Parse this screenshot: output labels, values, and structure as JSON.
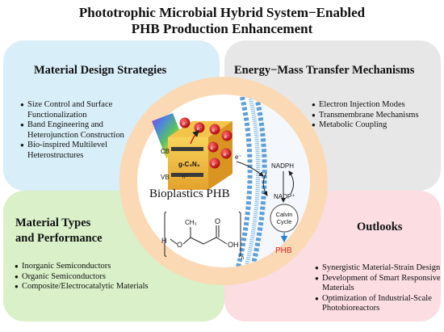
{
  "title": {
    "line1": "Phototrophic Microbial Hybrid System−Enabled",
    "line2": "PHB Production Enhancement"
  },
  "quadrants": {
    "top_left": {
      "heading": "Material Design Strategies",
      "bullets": [
        "Size Control and Surface Functionalization",
        "Band Engineering and Heterojunction Construction",
        "Bio-inspired Multilevel Heterostructures"
      ]
    },
    "top_right": {
      "heading": "Energy−Mass Transfer Mechanisms",
      "bullets": [
        "Electron Injection Modes",
        "Transmembrane Mechanisms",
        "Metabolic Coupling"
      ]
    },
    "bottom_left": {
      "heading_line1": "Material Types",
      "heading_line2": "and Performance",
      "bullets": [
        "Inorganic Semiconductors",
        "Organic Semiconductors",
        "Composite/Electrocatalytic Materials"
      ]
    },
    "bottom_right": {
      "heading": "Outlooks",
      "bullets": [
        "Synergistic Material-Strain Design",
        "Development of Smart Responsive Materials",
        "Optimization of Industrial-Scale Photobioreactors"
      ]
    }
  },
  "center": {
    "bioplastics_label": "Bioplastics PHB",
    "cb_label": "CB",
    "vb_label": "VB",
    "material_label": "g-C₃N₄",
    "electron_label": "e⁻",
    "hole_label": "h⁺",
    "nadph_label": "NADPH",
    "nadp_label": "NADP⁺",
    "calvin_label_line1": "Calvin",
    "calvin_label_line2": "Cycle",
    "phb_label": "PHB",
    "structure": {
      "h": "H",
      "o": "O",
      "ch3": "CH₃",
      "oh": "OH",
      "carbonyl_o": "O",
      "n": "n"
    }
  },
  "colors": {
    "quad_top_left": "#d8eef8",
    "quad_top_right": "#e7e7e7",
    "quad_bottom_left": "#d9f0c9",
    "quad_bottom_right": "#fbdde2",
    "ring": "#fbd9b4",
    "electron": "#d8121b",
    "semiconductor": "#e9b23a",
    "membrane": "#5d9fd8",
    "phb_text": "#e02020",
    "phb_arrow": "#2a7fd4"
  }
}
